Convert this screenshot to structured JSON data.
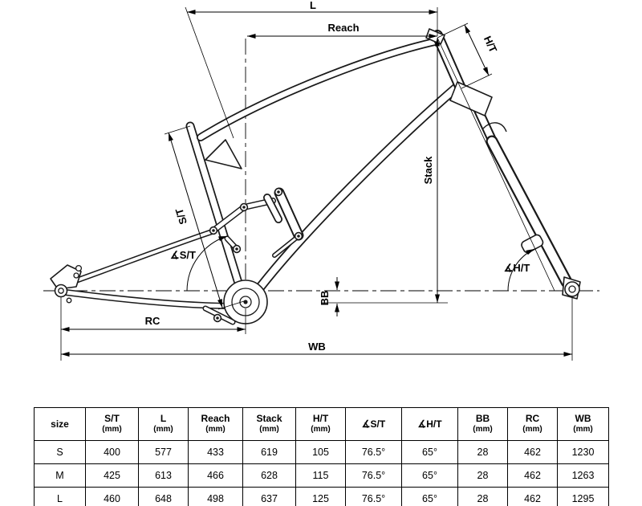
{
  "diagram": {
    "dim_labels": {
      "l": "L",
      "reach": "Reach",
      "ht": "H/T",
      "st": "S/T",
      "stack": "Stack",
      "bb": "BB",
      "angle_st": "∡S/T",
      "angle_ht": "∡H/T",
      "rc": "RC",
      "wb": "WB"
    }
  },
  "table": {
    "headers": {
      "size": "size",
      "st": "S/T",
      "st_unit": "(mm)",
      "l": "L",
      "l_unit": "(mm)",
      "reach": "Reach",
      "reach_unit": "(mm)",
      "stack": "Stack",
      "stack_unit": "(mm)",
      "ht": "H/T",
      "ht_unit": "(mm)",
      "angle_st": "∡S/T",
      "angle_ht": "∡H/T",
      "bb": "BB",
      "bb_unit": "(mm)",
      "rc": "RC",
      "rc_unit": "(mm)",
      "wb": "WB",
      "wb_unit": "(mm)"
    },
    "rows": [
      {
        "size": "S",
        "st": "400",
        "l": "577",
        "reach": "433",
        "stack": "619",
        "ht": "105",
        "angle_st": "76.5°",
        "angle_ht": "65°",
        "bb": "28",
        "rc": "462",
        "wb": "1230"
      },
      {
        "size": "M",
        "st": "425",
        "l": "613",
        "reach": "466",
        "stack": "628",
        "ht": "115",
        "angle_st": "76.5°",
        "angle_ht": "65°",
        "bb": "28",
        "rc": "462",
        "wb": "1263"
      },
      {
        "size": "L",
        "st": "460",
        "l": "648",
        "reach": "498",
        "stack": "637",
        "ht": "125",
        "angle_st": "76.5°",
        "angle_ht": "65°",
        "bb": "28",
        "rc": "462",
        "wb": "1295"
      }
    ]
  }
}
